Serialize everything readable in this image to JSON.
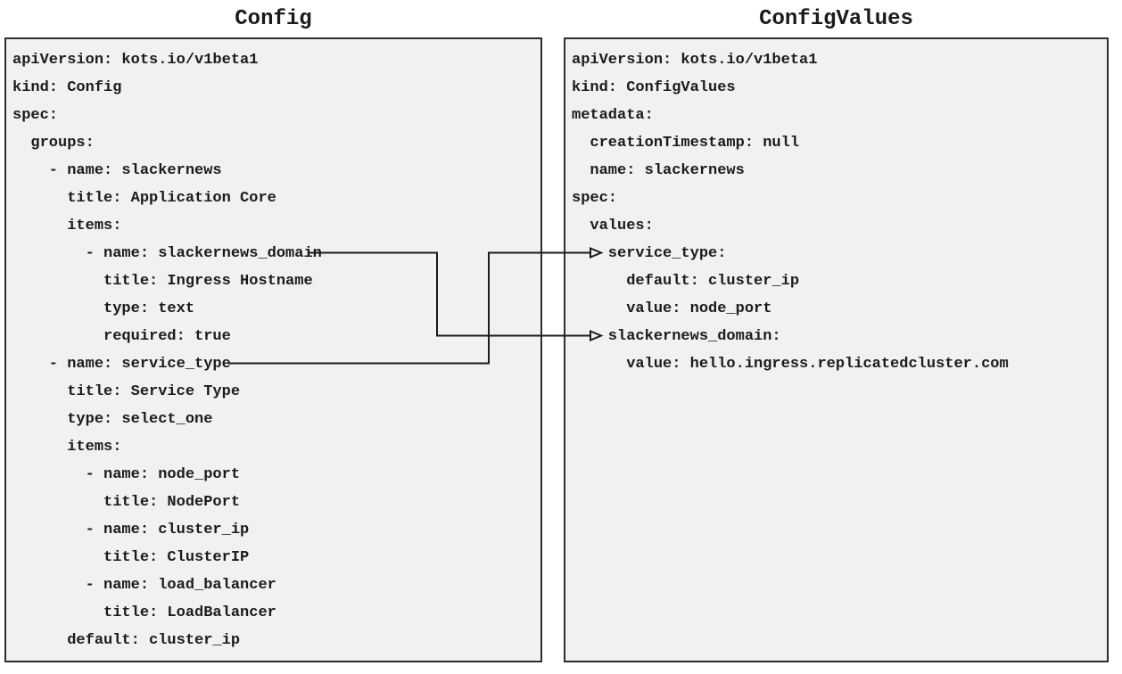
{
  "left_panel": {
    "title": "Config",
    "yaml_lines": [
      "apiVersion: kots.io/v1beta1",
      "kind: Config",
      "spec:",
      "  groups:",
      "    - name: slackernews",
      "      title: Application Core",
      "      items:",
      "        - name: slackernews_domain",
      "          title: Ingress Hostname",
      "          type: text",
      "          required: true",
      "    - name: service_type",
      "      title: Service Type",
      "      type: select_one",
      "      items:",
      "        - name: node_port",
      "          title: NodePort",
      "        - name: cluster_ip",
      "          title: ClusterIP",
      "        - name: load_balancer",
      "          title: LoadBalancer",
      "      default: cluster_ip"
    ]
  },
  "right_panel": {
    "title": "ConfigValues",
    "yaml_lines": [
      "apiVersion: kots.io/v1beta1",
      "kind: ConfigValues",
      "metadata:",
      "  creationTimestamp: null",
      "  name: slackernews",
      "spec:",
      "  values:",
      "    service_type:",
      "      default: cluster_ip",
      "      value: node_port",
      "    slackernews_domain:",
      "      value: hello.ingress.replicatedcluster.com"
    ]
  },
  "connections": [
    {
      "from": "slackernews_domain",
      "to": "slackernews_domain"
    },
    {
      "from": "service_type",
      "to": "service_type"
    }
  ],
  "colors": {
    "background": "#ffffff",
    "box_fill": "#f1f1f0",
    "box_border": "#2e2e2e",
    "text": "#1b1b1b",
    "connector_line": "#1b1b1b"
  }
}
